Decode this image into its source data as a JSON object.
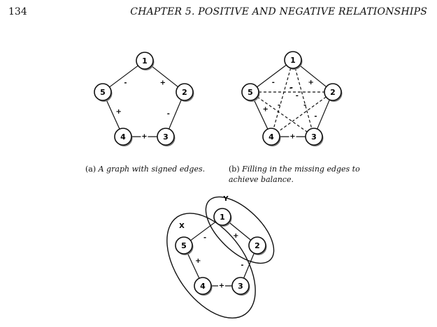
{
  "header": {
    "page_number": "134",
    "chapter_title": "CHAPTER 5.  POSITIVE AND NEGATIVE RELATIONSHIPS"
  },
  "figures": {
    "a": {
      "caption_label": "(a)",
      "caption_text": "A graph with signed edges.",
      "nodes": [
        "1",
        "2",
        "3",
        "4",
        "5"
      ],
      "edges": [
        {
          "from": "1",
          "to": "2",
          "sign": "+"
        },
        {
          "from": "2",
          "to": "3",
          "sign": "-"
        },
        {
          "from": "3",
          "to": "4",
          "sign": "+"
        },
        {
          "from": "4",
          "to": "5",
          "sign": "+"
        },
        {
          "from": "5",
          "to": "1",
          "sign": "-"
        }
      ]
    },
    "b": {
      "caption_label": "(b)",
      "caption_line1": "Filling in the missing edges to",
      "caption_line2": "achieve balance.",
      "nodes": [
        "1",
        "2",
        "3",
        "4",
        "5"
      ],
      "edges": [
        {
          "from": "1",
          "to": "2",
          "sign": "+",
          "style": "solid"
        },
        {
          "from": "2",
          "to": "3",
          "sign": "-",
          "style": "solid"
        },
        {
          "from": "3",
          "to": "4",
          "sign": "+",
          "style": "solid"
        },
        {
          "from": "4",
          "to": "5",
          "sign": "+",
          "style": "solid"
        },
        {
          "from": "5",
          "to": "1",
          "sign": "-",
          "style": "solid"
        },
        {
          "from": "1",
          "to": "3",
          "sign": "-",
          "style": "dashed"
        },
        {
          "from": "1",
          "to": "4",
          "sign": "-",
          "style": "dashed"
        },
        {
          "from": "5",
          "to": "2",
          "sign": "-",
          "style": "dashed"
        },
        {
          "from": "5",
          "to": "3",
          "sign": "-",
          "style": "dashed"
        },
        {
          "from": "2",
          "to": "4",
          "sign": "-",
          "style": "dashed"
        }
      ]
    },
    "c": {
      "set_labels": [
        "Y",
        "X"
      ],
      "nodes": [
        "1",
        "2",
        "3",
        "4",
        "5"
      ],
      "edges": [
        {
          "from": "1",
          "to": "2",
          "sign": "+"
        },
        {
          "from": "2",
          "to": "3",
          "sign": "-"
        },
        {
          "from": "3",
          "to": "4",
          "sign": "+"
        },
        {
          "from": "4",
          "to": "5",
          "sign": "+"
        },
        {
          "from": "5",
          "to": "1",
          "sign": "-"
        }
      ]
    }
  }
}
